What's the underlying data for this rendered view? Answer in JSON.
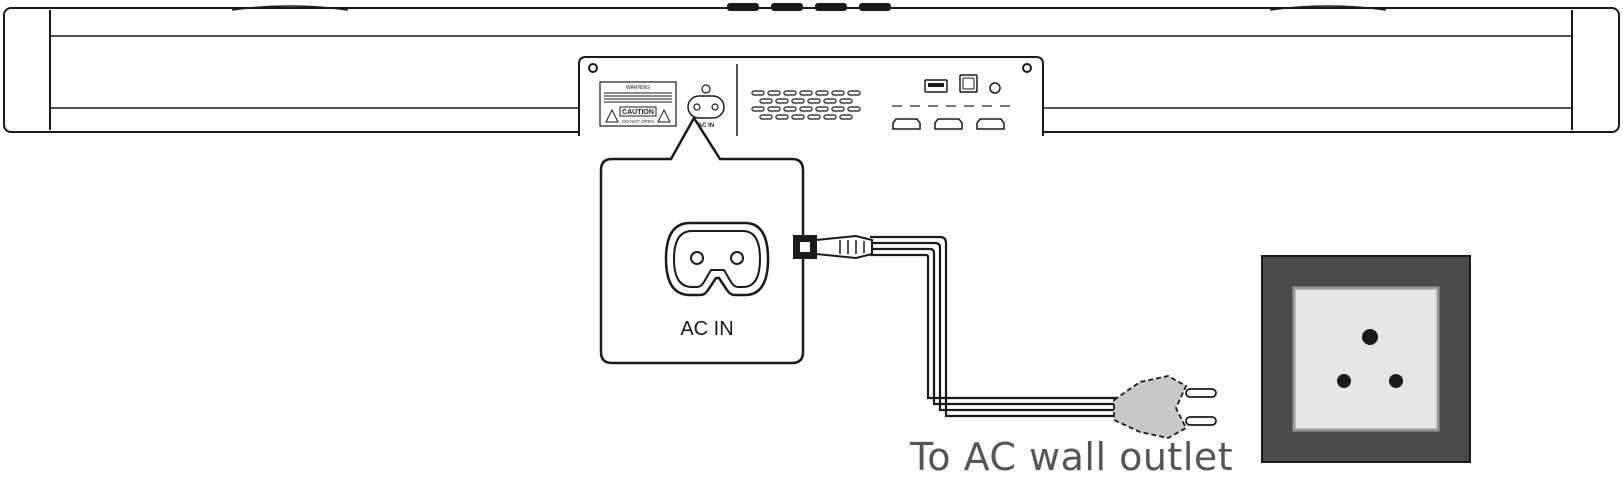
{
  "inset": {
    "port_label": "AC IN"
  },
  "back_panel": {
    "port_label_small": "AC IN",
    "warning_label": {
      "heading": "WARNING",
      "caution": "CAUTION",
      "caution_sub": "DO NOT OPEN"
    }
  },
  "caption": {
    "text": "To AC wall outlet"
  },
  "colors": {
    "line": "#1a1a1a",
    "outlet_frame": "#4a4a4a",
    "outlet_face": "#e6e6e6",
    "plug_shade": "#c8c8c8"
  }
}
